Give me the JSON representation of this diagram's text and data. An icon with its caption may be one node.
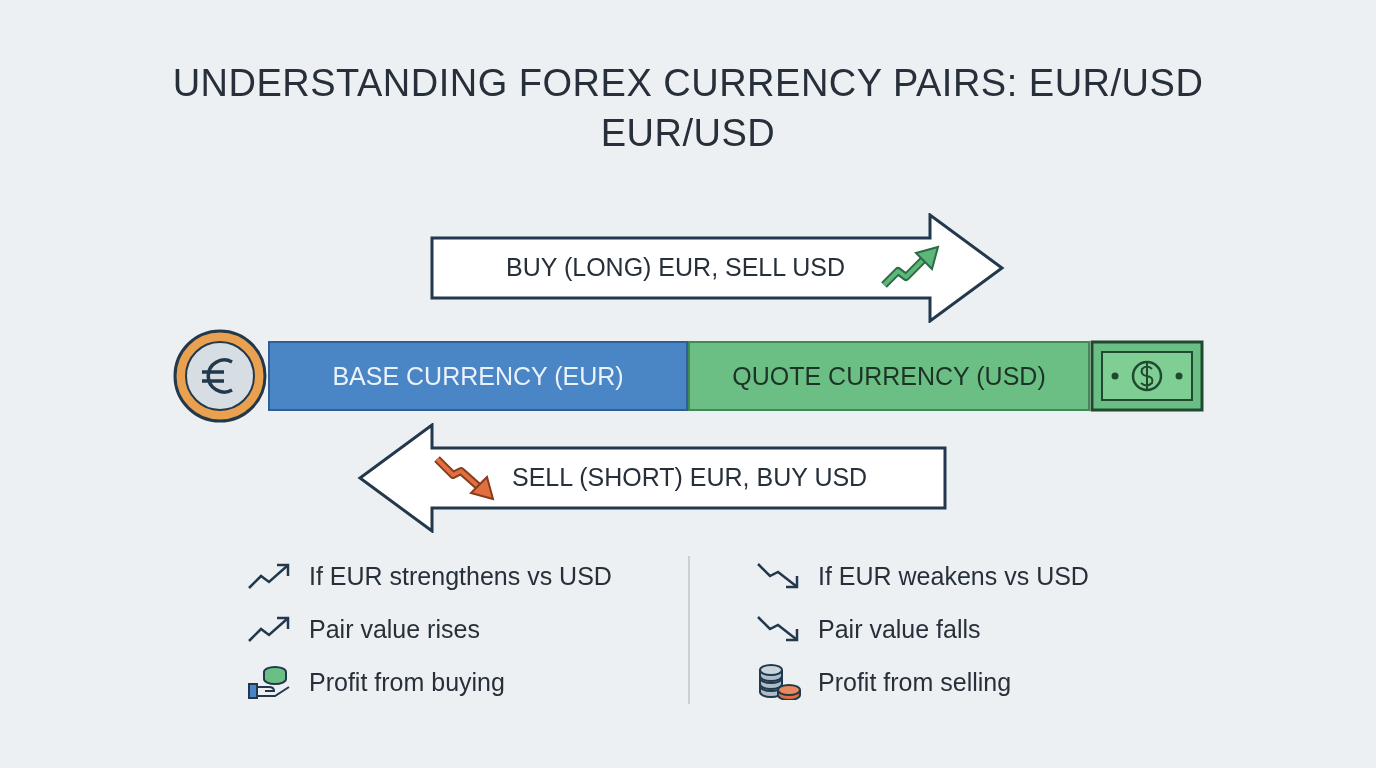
{
  "diagram": {
    "title": "UNDERSTANDING FOREX CURRENCY PAIRS: EUR/USD EUR/USD",
    "nodes": [
      {
        "text": [
          "BUY (LONG) EUR, SELL USD"
        ]
      },
      {
        "text": [
          "BASE CURRENCY (EUR)"
        ]
      },
      {
        "text": [
          "QUOTE CURRENCY (USD)"
        ]
      },
      {
        "text": [
          "SELL (SHORT) EUR, BUY USD"
        ]
      }
    ],
    "labels": [
      "If EUR strengthens vs USD",
      "Pair value rises",
      "Profit from buying",
      "If EUR weakens vs USD",
      "Pair value falls",
      "Profit from selling"
    ]
  }
}
